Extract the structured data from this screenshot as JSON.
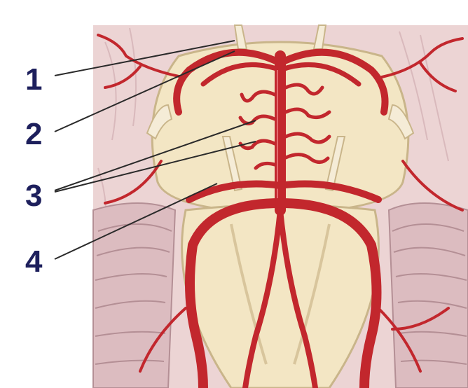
{
  "labels": [
    {
      "id": "1",
      "text": "1"
    },
    {
      "id": "2",
      "text": "2"
    },
    {
      "id": "3",
      "text": "3"
    },
    {
      "id": "4",
      "text": "4"
    }
  ],
  "colors": {
    "label": "#1d1f5c",
    "leader_line": "#2a2a2a",
    "artery": "#c2272d",
    "artery_dark": "#8e1a1f",
    "brainstem": "#f3e6c4",
    "pons_outline": "#c9b58a",
    "background_tissue": "#ecd4d4",
    "cerebellum": "#dcbcc0",
    "nerve": "#f5ecd7"
  },
  "icons": [
    "brainstem-illustration",
    "basilar-artery",
    "vertebral-artery",
    "pontine-branches"
  ]
}
